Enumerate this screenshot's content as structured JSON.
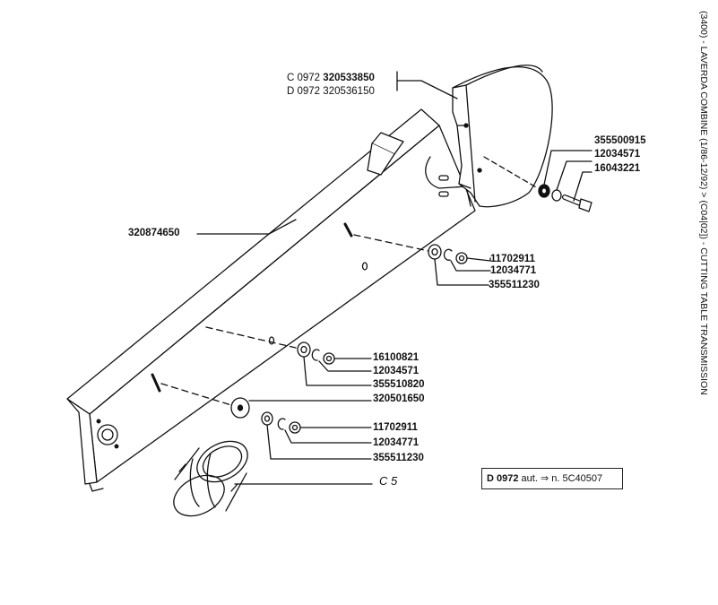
{
  "title": "(3400) - LAVERDA COMBINE (1/86-12/92) > (C04|02]) - CUTTING TABLE TRANSMISSION",
  "variant_labels": {
    "c_line": {
      "prefix": "C 0972",
      "code": "320533850"
    },
    "d_line": {
      "prefix": "D 0972",
      "code": "320536150"
    }
  },
  "parts": {
    "beam": "320874650",
    "cover_washer": "355500915",
    "cover_lockwasher": "12034571",
    "cover_bolt": "16043221",
    "upper_nut": "11702911",
    "upper_lockwasher": "12034771",
    "upper_washer": "355511230",
    "mid_nut": "16100821",
    "mid_lockwasher": "12034571",
    "mid_washer": "355510820",
    "disc": "320501650",
    "lower_nut": "11702911",
    "lower_lockwasher": "12034771",
    "lower_washer": "355511230"
  },
  "section_label": "C 5",
  "note": {
    "code": "D 0972",
    "text": "aut. ⇒ n. 5C40507"
  }
}
